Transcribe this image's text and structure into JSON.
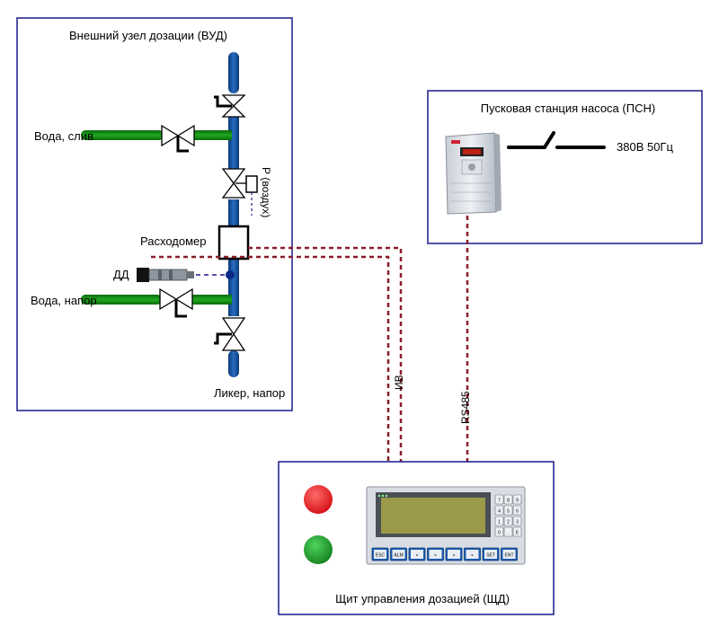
{
  "vud": {
    "title": "Внешний узел дозации (ВУД)",
    "label_water_drain": "Вода, слив",
    "label_pressure_air": "Р (воздух)",
    "label_flowmeter": "Расходомер",
    "label_dd": "ДД",
    "label_water_pressure": "Вода, напор",
    "label_liquor_pressure": "Ликер, напор"
  },
  "psn": {
    "title": "Пусковая станция насоса (ПСН)",
    "power_label": "380В 50Гц"
  },
  "links": {
    "iv_label": "ИВ",
    "rs485_label": "RS485"
  },
  "shd": {
    "title": "Щит управления дозацией (ЩД)",
    "panel_buttons": [
      "ESC",
      "ALM",
      "»",
      "»",
      "«",
      "«",
      "SET",
      "ENT"
    ],
    "keypad_keys": [
      "7",
      "8",
      "9",
      "4",
      "5",
      "6",
      "1",
      "2",
      "3",
      "0",
      ".",
      "E"
    ]
  },
  "colors": {
    "pipe_blue": "#0f4c94",
    "pipe_green": "#138a13",
    "signal_line": "#8b1c2a",
    "frame": "#1a1a8c",
    "lamp_red": "#e8141c",
    "lamp_green": "#1c9a2a",
    "lcd": "#9a9a4a"
  }
}
